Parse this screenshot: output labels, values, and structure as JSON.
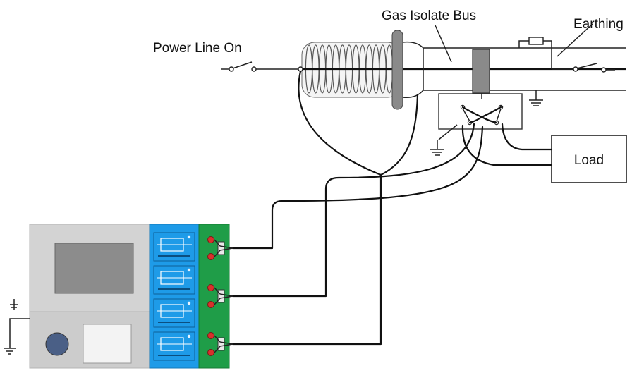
{
  "labels": {
    "power_line_on": "Power Line On",
    "gas_isolate_bus": "Gas Isolate Bus",
    "earthing": "Earthing",
    "load": "Load"
  },
  "colors": {
    "wire": "#111111",
    "instrument_body": "#d3d3d3",
    "display_screen": "#8c8c8c",
    "knob": "#4a5f86",
    "blue_panel": "#1e9be8",
    "green_panel": "#1f9d48",
    "terminal": "#d9302c",
    "bus_insulator": "#8a8a8a"
  },
  "icons": {
    "ground": "ground-icon",
    "switch": "switch-icon",
    "resistor": "resistor-icon",
    "bushing": "bushing-coil-icon"
  }
}
